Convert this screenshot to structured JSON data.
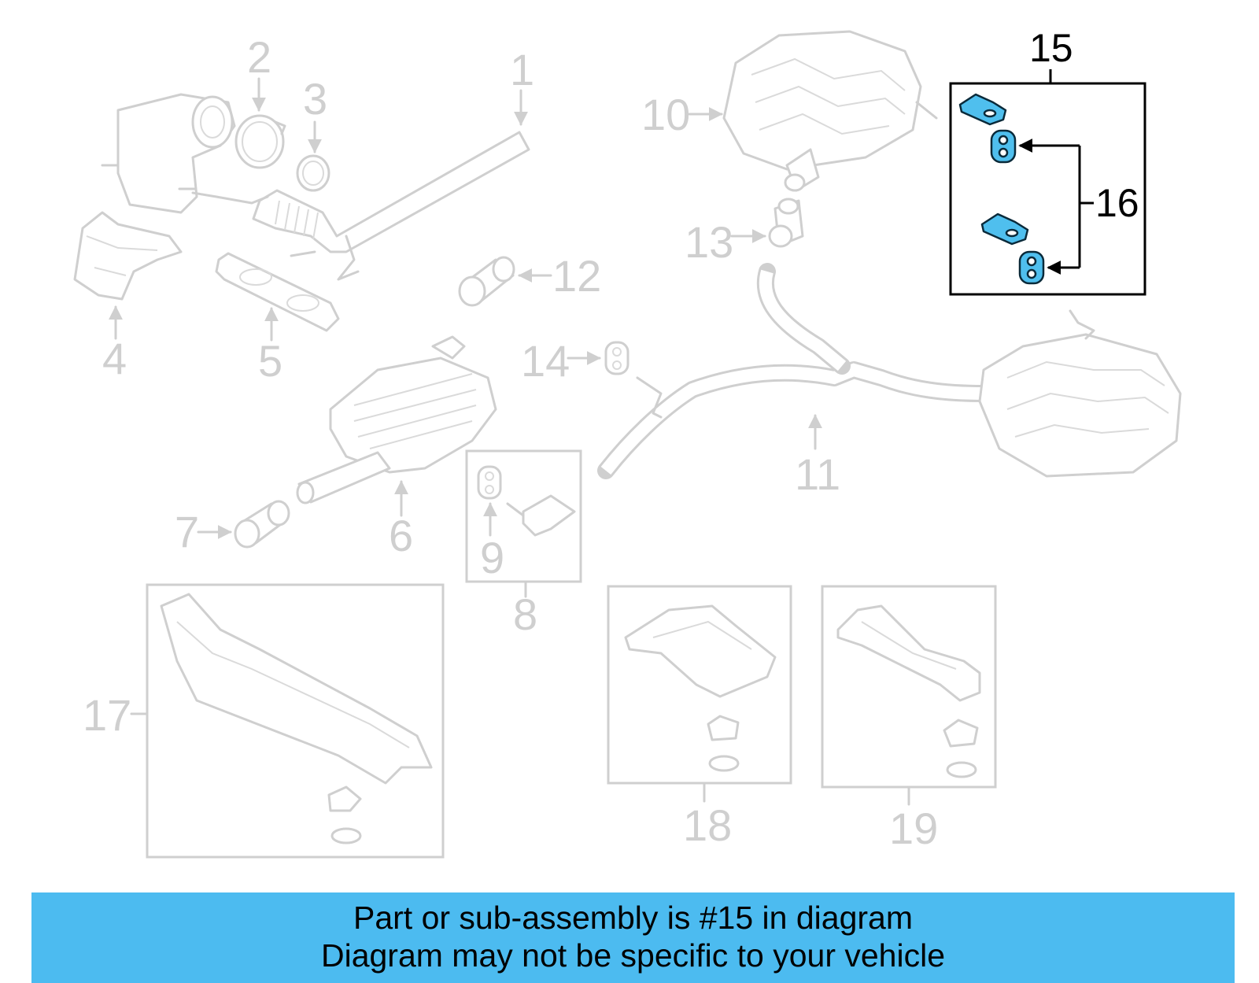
{
  "diagram": {
    "callouts": [
      "1",
      "2",
      "3",
      "4",
      "5",
      "6",
      "7",
      "8",
      "9",
      "10",
      "11",
      "12",
      "13",
      "14",
      "15",
      "16",
      "17",
      "18",
      "19"
    ],
    "highlighted_callouts": [
      "15",
      "16"
    ]
  },
  "banner": {
    "line1": "Part or sub-assembly is #15 in diagram",
    "line2": "Diagram may not be specific to your vehicle",
    "color": "#4cbbf0"
  },
  "colors": {
    "ghost": "#cfcfcf",
    "highlight_part": "#4fbfee",
    "highlight_outline": "#000000"
  }
}
